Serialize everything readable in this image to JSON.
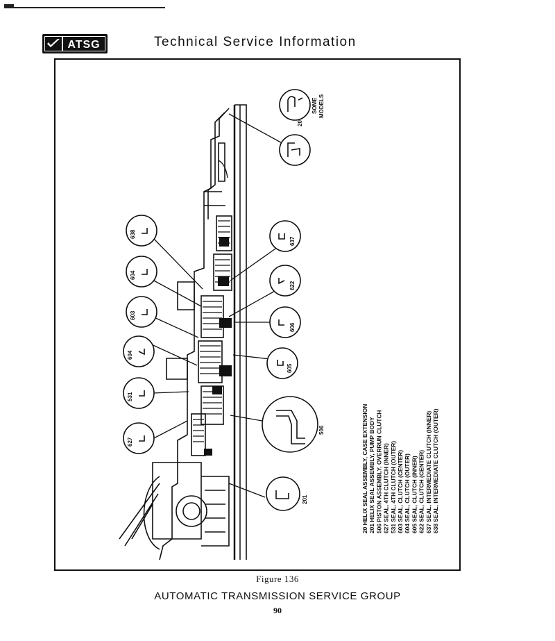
{
  "header": {
    "logo_text": "ATSG",
    "title": "Technical Service Information"
  },
  "callouts": {
    "c20": "20",
    "some_models_1": "SOME",
    "some_models_2": "MODELS",
    "c637": "637",
    "c622": "622",
    "c606": "606",
    "c605": "605",
    "c506": "506",
    "c201": "201",
    "c638": "638",
    "c604a": "604",
    "c603": "603",
    "c604b": "604",
    "c531": "531",
    "c627": "627"
  },
  "legend": [
    "20 HELIX SEAL ASSEMBLY, CASE EXTENSION",
    "201 HELIX SEAL ASSEMBLY, PUMP BODY",
    "506 PISTON ASSEMBLY, OVERRUN CLUTCH",
    "627 SEAL, 4TH CLUTCH (INNER)",
    "531 SEAL, 4TH CLUTCH (OUTER)",
    "603 SEAL, CLUTCH (CENTER)",
    "604 SEAL, CLUTCH (OUTER)",
    "605 SEAL, CLUTCH (INNER)",
    "622 SEAL, CLUTCH (CENTER)",
    "637 SEAL, INTERMEDIATE CLUTCH (INNER)",
    "638 SEAL, INTERMEDIATE CLUTCH (OUTER)"
  ],
  "figure_caption": "Figure 136",
  "footer": {
    "title": "AUTOMATIC TRANSMISSION SERVICE GROUP",
    "page_number": "90"
  }
}
